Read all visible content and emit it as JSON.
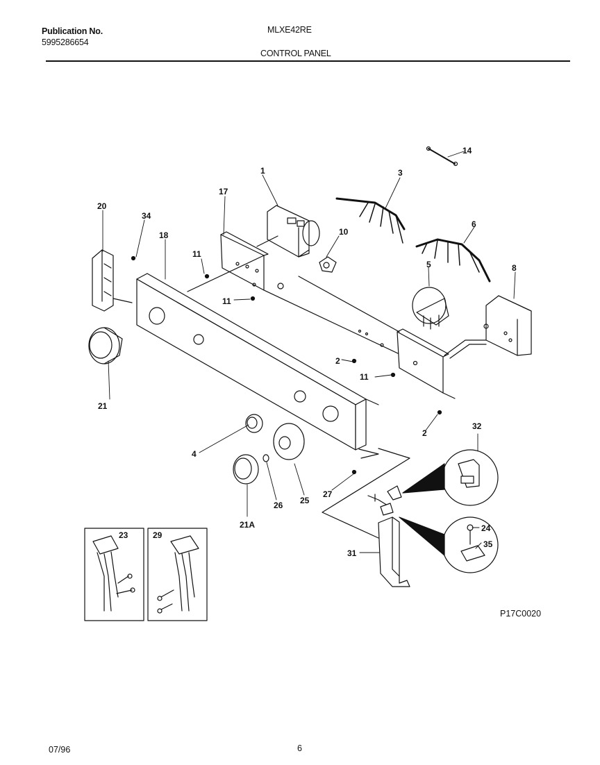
{
  "header": {
    "publication_label": "Publication No.",
    "publication_number": "5995286654",
    "model": "MLXE42RE",
    "section_title": "CONTROL PANEL"
  },
  "drawing_code": "P17C0020",
  "footer": {
    "date": "07/96",
    "page": "6"
  },
  "callouts": {
    "p1": "1",
    "p2a": "2",
    "p2b": "2",
    "p3": "3",
    "p4": "4",
    "p5": "5",
    "p6": "6",
    "p8": "8",
    "p10": "10",
    "p11a": "11",
    "p11b": "11",
    "p11c": "11",
    "p14": "14",
    "p17": "17",
    "p18": "18",
    "p20": "20",
    "p21": "21",
    "p21a": "21A",
    "p23": "23",
    "p24": "24",
    "p25": "25",
    "p26": "26",
    "p27": "27",
    "p29": "29",
    "p31": "31",
    "p32": "32",
    "p34": "34",
    "p35": "35"
  }
}
